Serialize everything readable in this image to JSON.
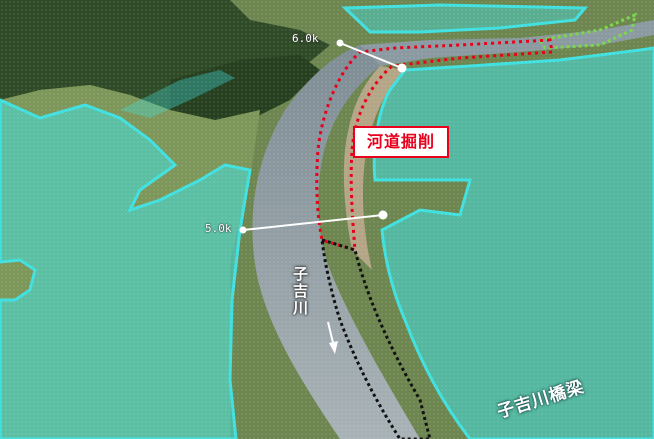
{
  "labels": {
    "km_upper": "6.0k",
    "km_lower": "5.0k",
    "excavation": "河道掘削",
    "river_name": "子吉川",
    "bridge_name": "子吉川橋梁"
  },
  "colors": {
    "flood_zone": "#40e0e0",
    "excavation_outline": "#e8001c",
    "upstream_outline": "#7cd84a",
    "channel_outline": "#111111",
    "river_water": "#8f9da5",
    "farmland": "#6f8a4e",
    "forest": "#2f4a26"
  }
}
